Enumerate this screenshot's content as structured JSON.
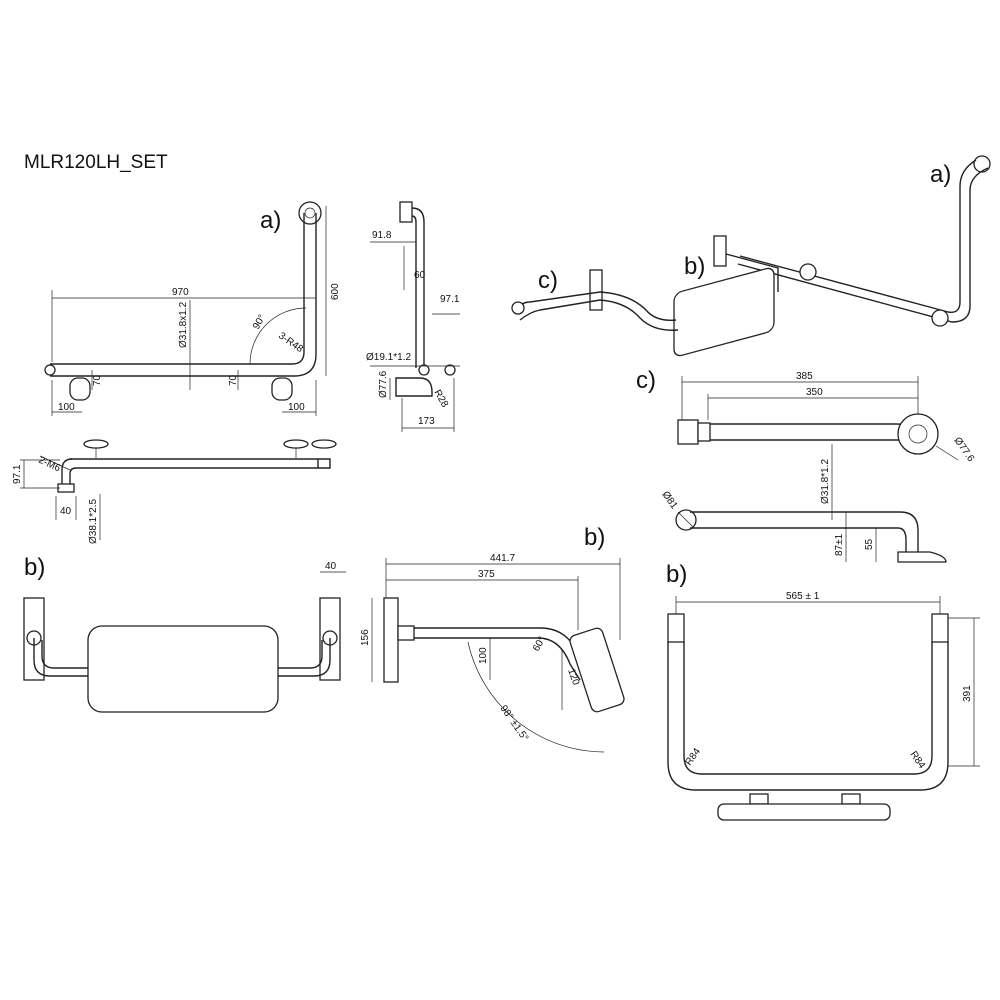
{
  "title": "MLR120LH_SET",
  "part_labels": {
    "a": "a)",
    "b": "b)",
    "c": "c)"
  },
  "view_a": {
    "d970": "970",
    "d600": "600",
    "d318": "Ø31.8x1.2",
    "d90": "90°",
    "dr48": "3-R48",
    "d70l": "70",
    "d70r": "70",
    "d100l": "100",
    "d100r": "100",
    "d97": "97.1",
    "d2m6": "2-M6",
    "d40": "40",
    "d381": "Ø38.1*2.5"
  },
  "view_a_side": {
    "d918": "91.8",
    "d60": "60",
    "d971": "97.1",
    "d191": "Ø19.1*1.2",
    "d776": "Ø77.6",
    "dr28": "R28",
    "d173": "173"
  },
  "view_b_front": {
    "d40": "40"
  },
  "view_b_side": {
    "d4417": "441.7",
    "d375": "375",
    "d156": "156",
    "d100": "100",
    "d60": "60°",
    "d120": "120",
    "d98": "98° ±1.5°"
  },
  "view_c_top": {
    "d385": "385",
    "d350": "350",
    "d776": "Ø77.6",
    "d318": "Ø31.8*1.2"
  },
  "view_c_side": {
    "d81": "Ø81",
    "d87": "87±1",
    "d55": "55"
  },
  "view_b_top": {
    "d565": "565 ± 1",
    "d391": "391",
    "r84l": "R84",
    "r84r": "R84"
  }
}
